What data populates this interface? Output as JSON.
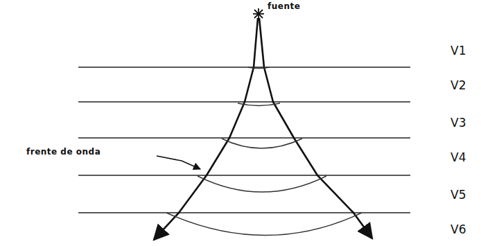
{
  "diagram": {
    "labels": [
      "fuente",
      "V1",
      "V2",
      "V3",
      "V4",
      "V5",
      "V6",
      "frente de onda"
    ]
  }
}
